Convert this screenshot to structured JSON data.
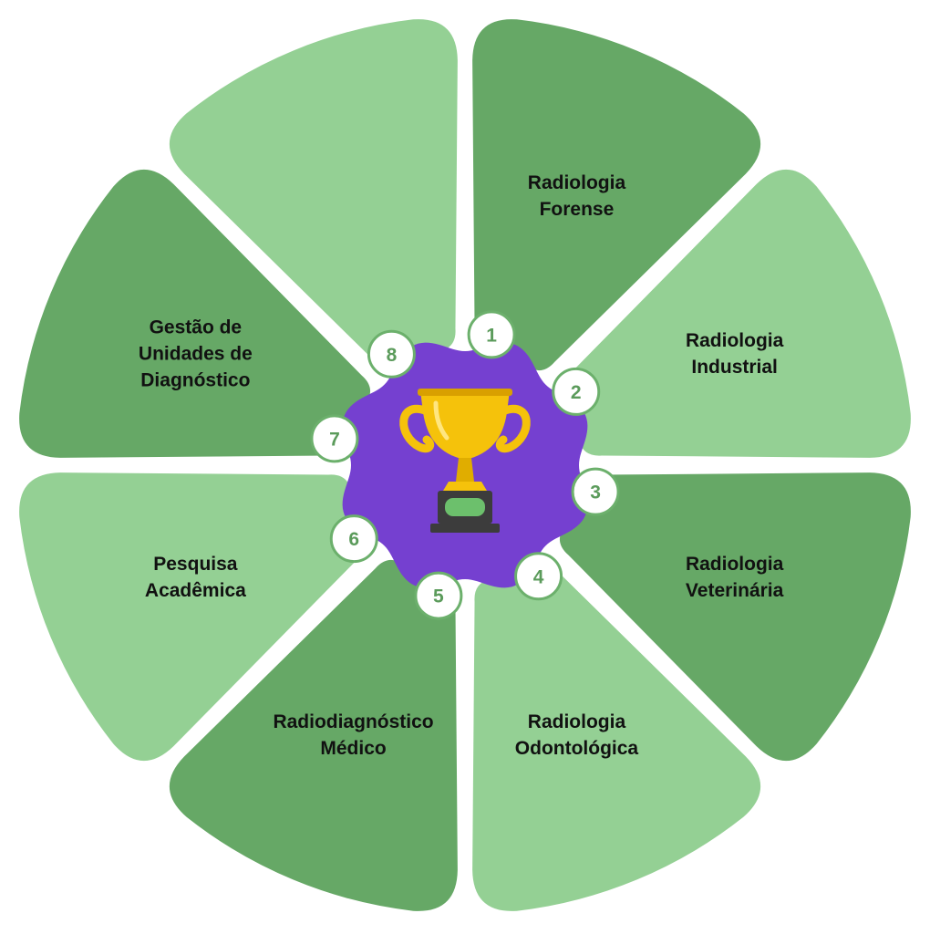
{
  "colors": {
    "dark_green": "#66a866",
    "light_green": "#94d094",
    "badge_border": "#6cb06c",
    "badge_text": "#5b9b5b",
    "center_purple": "#7540d0",
    "trophy_gold": "#f5c20b",
    "trophy_gold_dark": "#d9a000",
    "trophy_base": "#3c3c3c",
    "plaque_green": "#6cc06c"
  },
  "center": {
    "icon": "trophy-icon"
  },
  "segments": [
    {
      "number": "1",
      "shade": "dark",
      "lines": [
        "Radiologia",
        "Forense"
      ]
    },
    {
      "number": "2",
      "shade": "light",
      "lines": [
        "Radiologia",
        "Industrial"
      ]
    },
    {
      "number": "3",
      "shade": "dark",
      "lines": [
        "Radiologia",
        "Veterinária"
      ]
    },
    {
      "number": "4",
      "shade": "light",
      "lines": [
        "Radiologia",
        "Odontológica"
      ]
    },
    {
      "number": "5",
      "shade": "dark",
      "lines": [
        "Radiodiagnóstico",
        "Médico"
      ]
    },
    {
      "number": "6",
      "shade": "light",
      "lines": [
        "Pesquisa",
        "Acadêmica"
      ]
    },
    {
      "number": "7",
      "shade": "dark",
      "lines": [
        "Gestão de",
        "Unidades de",
        "Diagnóstico"
      ]
    },
    {
      "number": "8",
      "shade": "light",
      "lines": []
    }
  ]
}
